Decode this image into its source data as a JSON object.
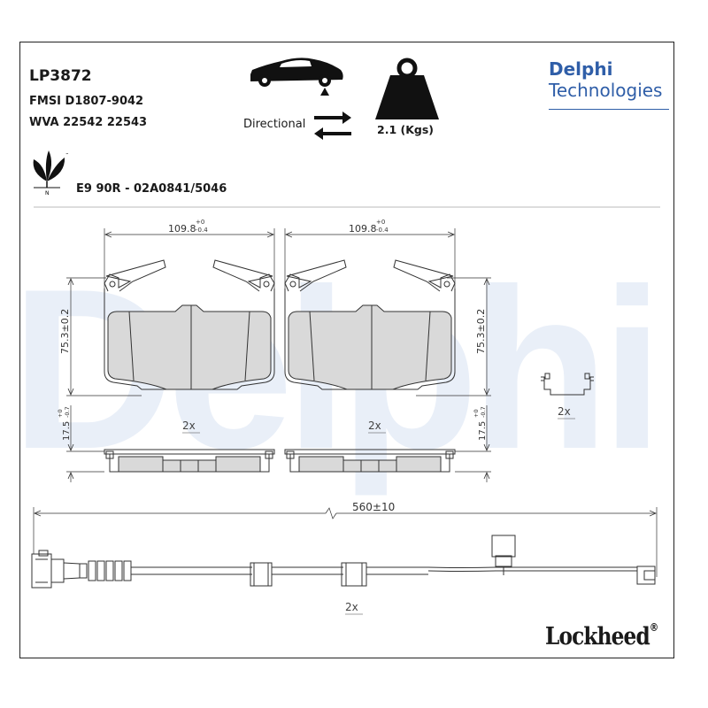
{
  "watermark_text": "Delphi",
  "product": {
    "code": "LP3872",
    "fmsi": "FMSI D1807-9042",
    "wva": "WVA 22542 22543",
    "approval": "E9 90R - 02A0841/5046"
  },
  "directional_label": "Directional",
  "weight_label": "2.1 (Kgs)",
  "brand": {
    "line1": "Delphi",
    "line2": "Technologies",
    "color": "#2f5ea8"
  },
  "logo_text": "Lockheed",
  "logo_mark": "®",
  "dimensions": {
    "pad_width": "109.8",
    "pad_width_tol_upper": "+0",
    "pad_width_tol_lower": "-0.4",
    "pad_height": "75.3±0.2",
    "thickness": "17.5",
    "thickness_tol_upper": "+0",
    "thickness_tol_lower": "-0.7",
    "wire_length": "560±10"
  },
  "quantities": {
    "pad_left": "2x",
    "pad_right": "2x",
    "clip": "2x",
    "wire": "2x"
  },
  "icons": [
    "car-front-axle-icon",
    "directional-arrows-icon",
    "weight-icon",
    "eco-leaf-icon"
  ],
  "colors": {
    "pad_fill": "#d9d9d9",
    "line": "#333333",
    "watermark": "#e9eff8"
  }
}
